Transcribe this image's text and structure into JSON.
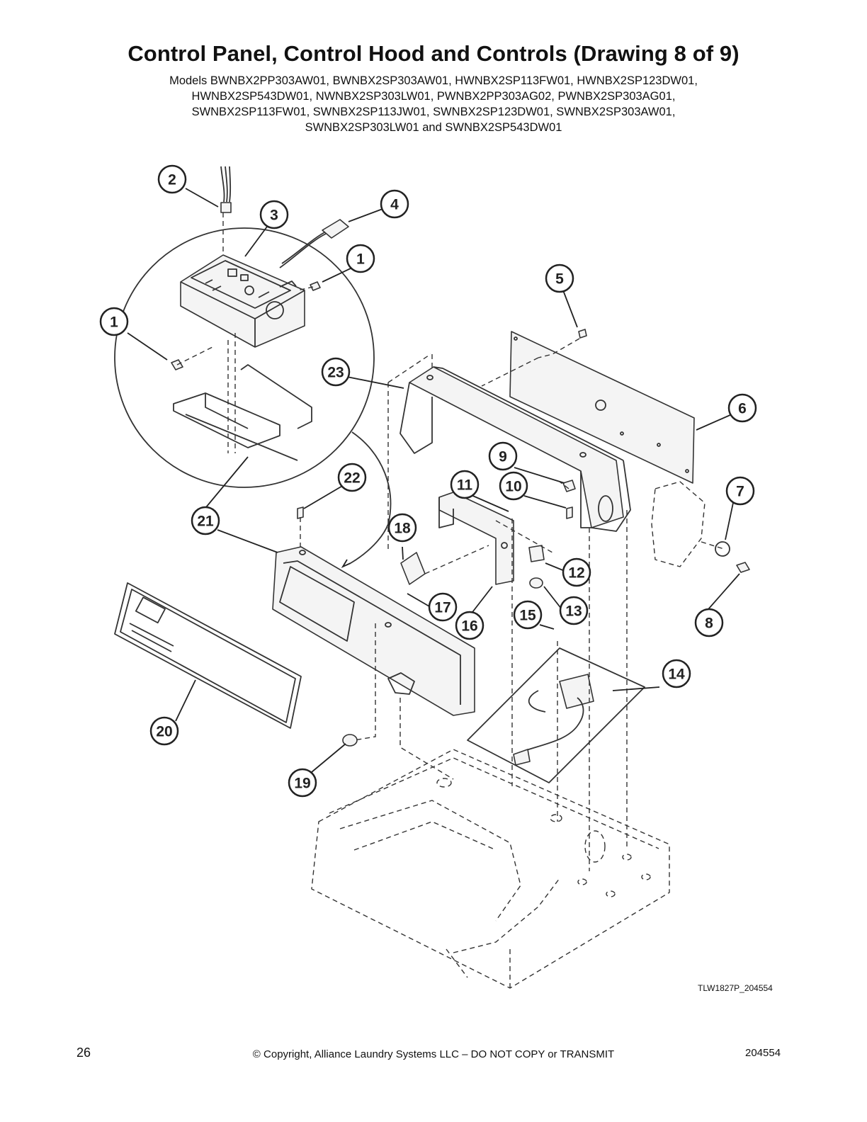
{
  "header": {
    "title": "Control Panel, Control Hood and Controls (Drawing 8 of 9)",
    "models_lines": [
      "Models BWNBX2PP303AW01, BWNBX2SP303AW01, HWNBX2SP113FW01, HWNBX2SP123DW01,",
      "HWNBX2SP543DW01, NWNBX2SP303LW01, PWNBX2PP303AG02, PWNBX2SP303AG01,",
      "SWNBX2SP113FW01, SWNBX2SP113JW01, SWNBX2SP123DW01, SWNBX2SP303AW01,",
      "SWNBX2SP303LW01 and SWNBX2SP543DW01"
    ]
  },
  "callouts": [
    "1",
    "1",
    "2",
    "3",
    "4",
    "5",
    "6",
    "7",
    "8",
    "9",
    "10",
    "11",
    "12",
    "13",
    "14",
    "15",
    "16",
    "17",
    "18",
    "19",
    "20",
    "21",
    "22",
    "23"
  ],
  "drawing_id": "TLW1827P_204554",
  "footer": {
    "page_number": "26",
    "copyright": "© Copyright, Alliance Laundry Systems LLC – DO NOT COPY or TRANSMIT",
    "doc_number": "204554"
  }
}
